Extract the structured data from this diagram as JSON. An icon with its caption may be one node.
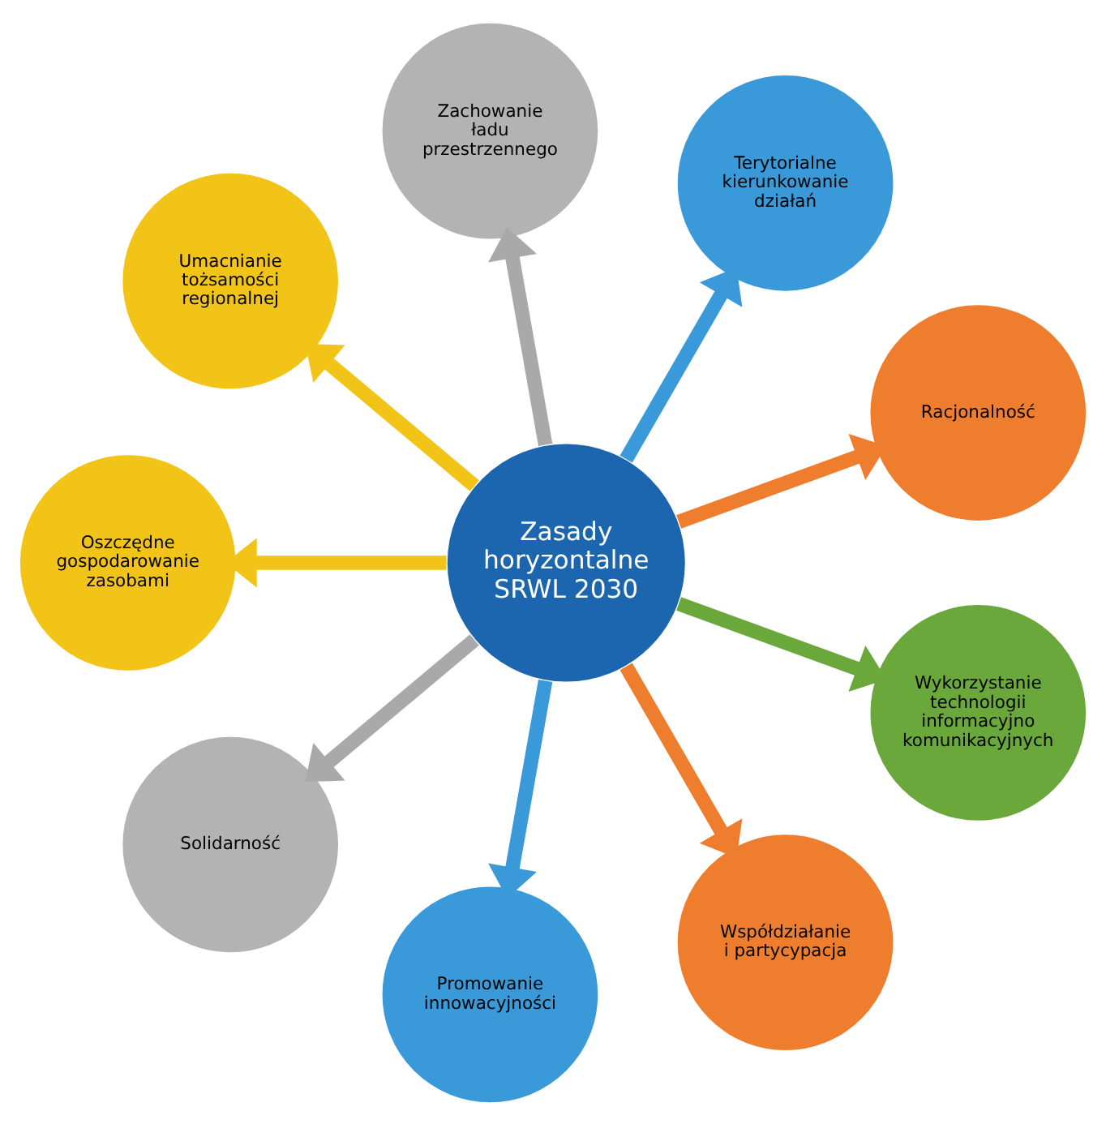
{
  "diagram": {
    "nodes": [
      {
        "text": [
          "Racjonalność"
        ]
      },
      {
        "text": [
          "Terytorialne kierunkowanie działań"
        ]
      },
      {
        "text": [
          "Zachowanie ładu przestrzennego"
        ]
      },
      {
        "text": [
          "Umacnianie tożsamości regionalnej"
        ]
      },
      {
        "text": [
          "Zasady horyzontalne SRWL 2030"
        ]
      },
      {
        "text": [
          "Oszczędne gospodarowanie zasobami"
        ]
      },
      {
        "text": [
          "Solidarność"
        ]
      },
      {
        "text": [
          "Promowanie innowacyjności"
        ]
      },
      {
        "text": [
          "Współdziałanie i partycypacja"
        ]
      },
      {
        "text": [
          "Wykorzystanie technologii informacyjno komunikacyjnych"
        ]
      }
    ],
    "edges": [
      {
        "from": 4,
        "to": 0,
        "arrow": "to",
        "color": "#ef7d2e"
      },
      {
        "from": 4,
        "to": 2,
        "arrow": "to",
        "color": "#a9a9a9"
      },
      {
        "from": 4,
        "to": 5,
        "arrow": "to",
        "color": "#f2c417"
      },
      {
        "from": 4,
        "to": 7,
        "arrow": "to",
        "color": "#3a9ad9"
      },
      {
        "from": 4,
        "to": 9,
        "arrow": "to",
        "color": "#6aa83c"
      },
      {
        "from": 4,
        "to": 8,
        "arrow": "to",
        "color": "#ef7d2e"
      },
      {
        "from": 4,
        "to": 6,
        "arrow": "to",
        "color": "#a9a9a9"
      },
      {
        "from": 4,
        "to": 3,
        "arrow": "to",
        "color": "#f2c417"
      },
      {
        "from": 4,
        "to": 1,
        "arrow": "to",
        "color": "#3a9ad9"
      }
    ]
  }
}
